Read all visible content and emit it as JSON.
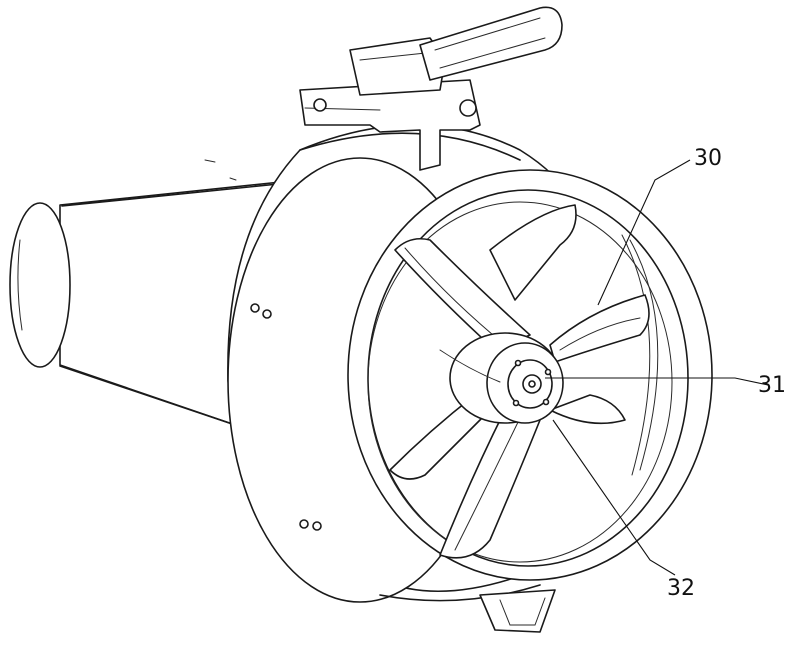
{
  "figure": {
    "callouts": [
      {
        "id": "c30",
        "label": "30"
      },
      {
        "id": "c31",
        "label": "31"
      },
      {
        "id": "c32",
        "label": "32"
      }
    ]
  }
}
